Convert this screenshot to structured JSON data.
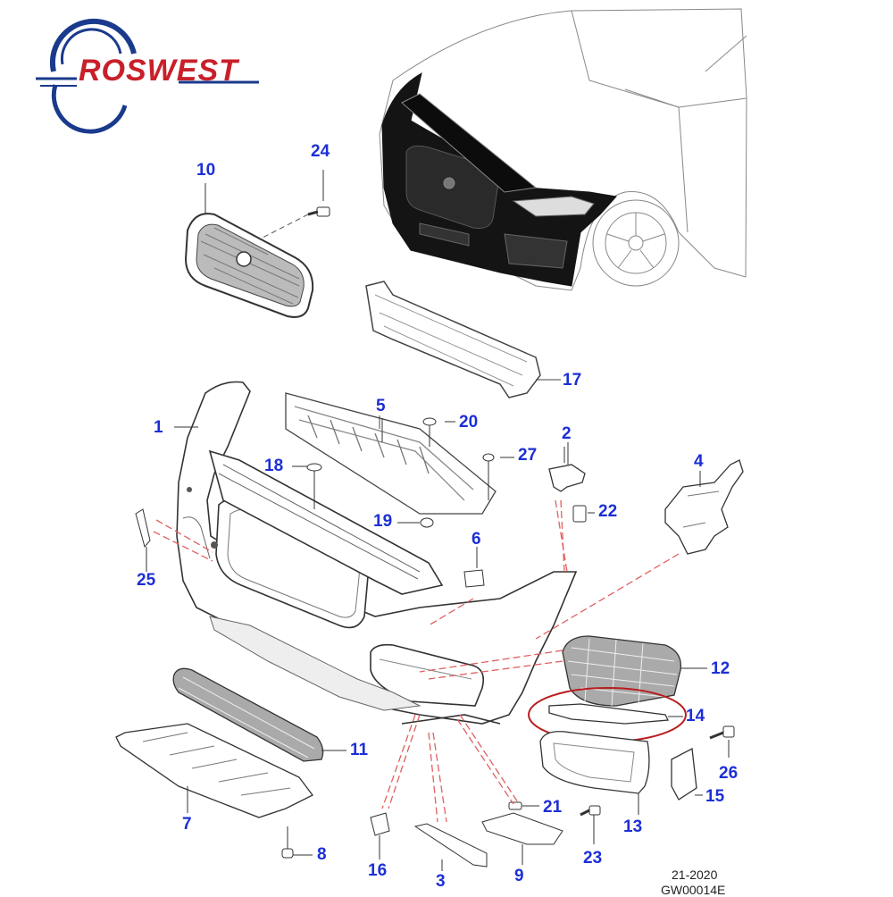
{
  "brand": {
    "logo_text": "ROSWEST",
    "primary_color": "#1a3a8c",
    "accent_color": "#c8202a"
  },
  "callout_color": "#1c2fd6",
  "highlight_color": "#b81e1e",
  "leader_color": "#e06060",
  "callouts": {
    "p1": "1",
    "p2": "2",
    "p3": "3",
    "p4": "4",
    "p5": "5",
    "p6": "6",
    "p7": "7",
    "p8": "8",
    "p9": "9",
    "p10": "10",
    "p11": "11",
    "p12": "12",
    "p14": "14",
    "p15": "15",
    "p16": "16",
    "p17": "17",
    "p18": "18",
    "p19": "19",
    "p20": "20",
    "p21": "21",
    "p22": "22",
    "p23": "23",
    "p24": "24",
    "p25": "25",
    "p26": "26",
    "p27": "27",
    "p13": "13"
  },
  "footer": {
    "date_code": "21-2020",
    "drawing_code": "GW00014E"
  }
}
